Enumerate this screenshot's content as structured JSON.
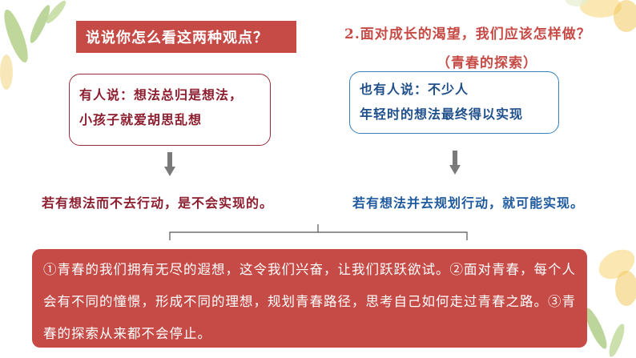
{
  "prompt_box": {
    "text": "说说你怎么看这两种观点？"
  },
  "question": {
    "line": "2.面对成长的渴望，我们应该怎样做？",
    "sub": "（青春的探索）"
  },
  "view_left": {
    "line1": "有人说：想法总归是想法，",
    "line2": "小孩子就爱胡思乱想"
  },
  "view_right": {
    "line1": "也有人说：不少人",
    "line2": "年轻时的想法最终得以实现"
  },
  "conclusion_left": "若有想法而不去行动，是不会实现的。",
  "conclusion_right": "若有想法并去规划行动，就可能实现。",
  "summary": "①青春的我们拥有无尽的遐想，这令我们兴奋，让我们跃跃欲试。②面对青春，每个人会有不同的憧憬，形成不同的理想，规划青春路径，思考自己如何走过青春之路。③青春的探索从来都不会停止。",
  "colors": {
    "accent_red": "#c64b46",
    "dark_red": "#8c1d2e",
    "blue": "#1f5a9e"
  }
}
